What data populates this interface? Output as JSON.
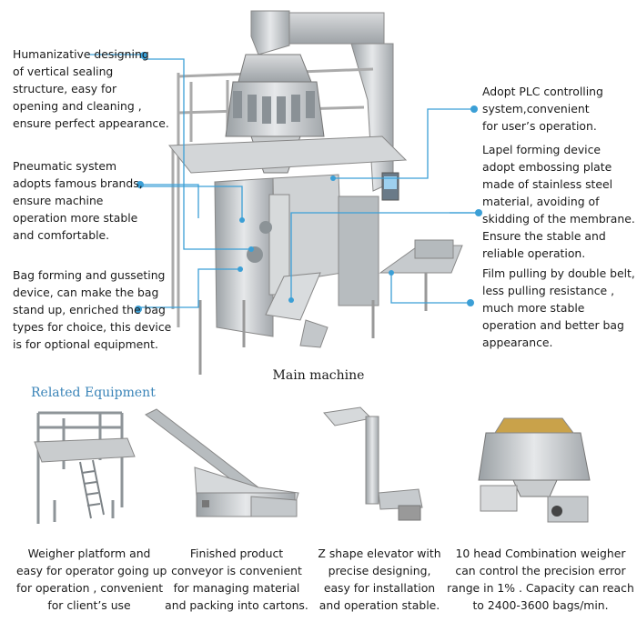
{
  "main": {
    "caption": "Main machine",
    "callouts": [
      {
        "text": "Humanizative designing\nof vertical sealing\nstructure, easy for\nopening and cleaning ,\nensure perfect appearance."
      },
      {
        "text": "Pneumatic system\nadopts famous brands,\nensure machine\noperation more stable\nand comfortable."
      },
      {
        "text": "Bag forming and gusseting\ndevice, can make the bag\nstand up, enriched the bag\ntypes for choice, this device\nis for optional equipment."
      },
      {
        "text": "Adopt PLC controlling\nsystem,convenient\nfor user’s operation."
      },
      {
        "text": "Lapel forming device\nadopt embossing plate\nmade of stainless steel\nmaterial, avoiding of\nskidding of the membrane.\nEnsure the stable and\nreliable operation."
      },
      {
        "text": "Film pulling by double belt,\nless pulling resistance ,\nmuch more stable\noperation and better bag\nappearance."
      }
    ]
  },
  "related": {
    "title": "Related Equipment",
    "items": [
      {
        "caption": "Weigher platform and\neasy for operator going up\nfor operation , convenient\nfor client’s use"
      },
      {
        "caption": "Finished product\nconveyor is convenient\nfor managing material\nand packing into cartons."
      },
      {
        "caption": "Z shape elevator with\nprecise designing,\neasy for installation\nand operation stable."
      },
      {
        "caption": "10 head Combination weigher\ncan control the precision error\nrange in 1% . Capacity can reach\nto 2400-3600 bags/min."
      }
    ]
  },
  "colors": {
    "leader": "#3b9fd6",
    "title": "#3a84b8"
  }
}
